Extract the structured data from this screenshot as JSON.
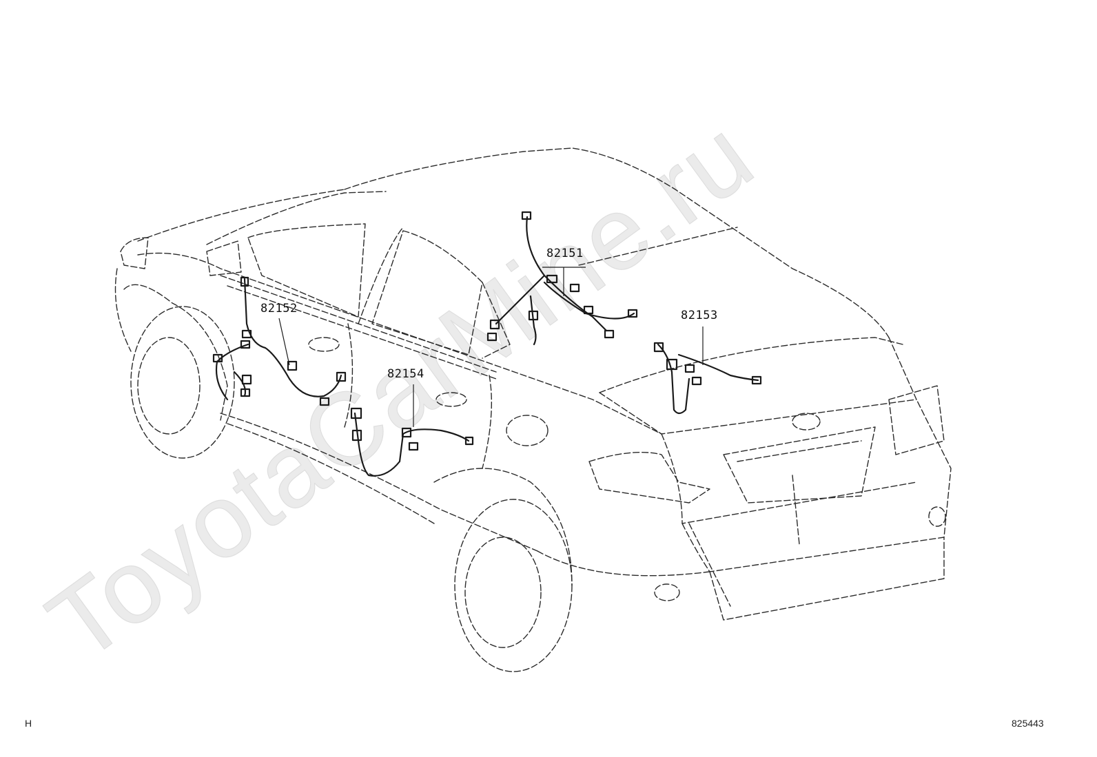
{
  "watermark": "ToyotaCarMine.ru",
  "parts": [
    {
      "id": "p1",
      "label": "82151"
    },
    {
      "id": "p2",
      "label": "82152"
    },
    {
      "id": "p3",
      "label": "82153"
    },
    {
      "id": "p4",
      "label": "82154"
    }
  ],
  "footer": {
    "left_code": "H",
    "diagram_number": "825443"
  },
  "colors": {
    "line": "#2a2a2a",
    "harness": "#1a1a1a",
    "watermark": "#e9e9e9"
  }
}
